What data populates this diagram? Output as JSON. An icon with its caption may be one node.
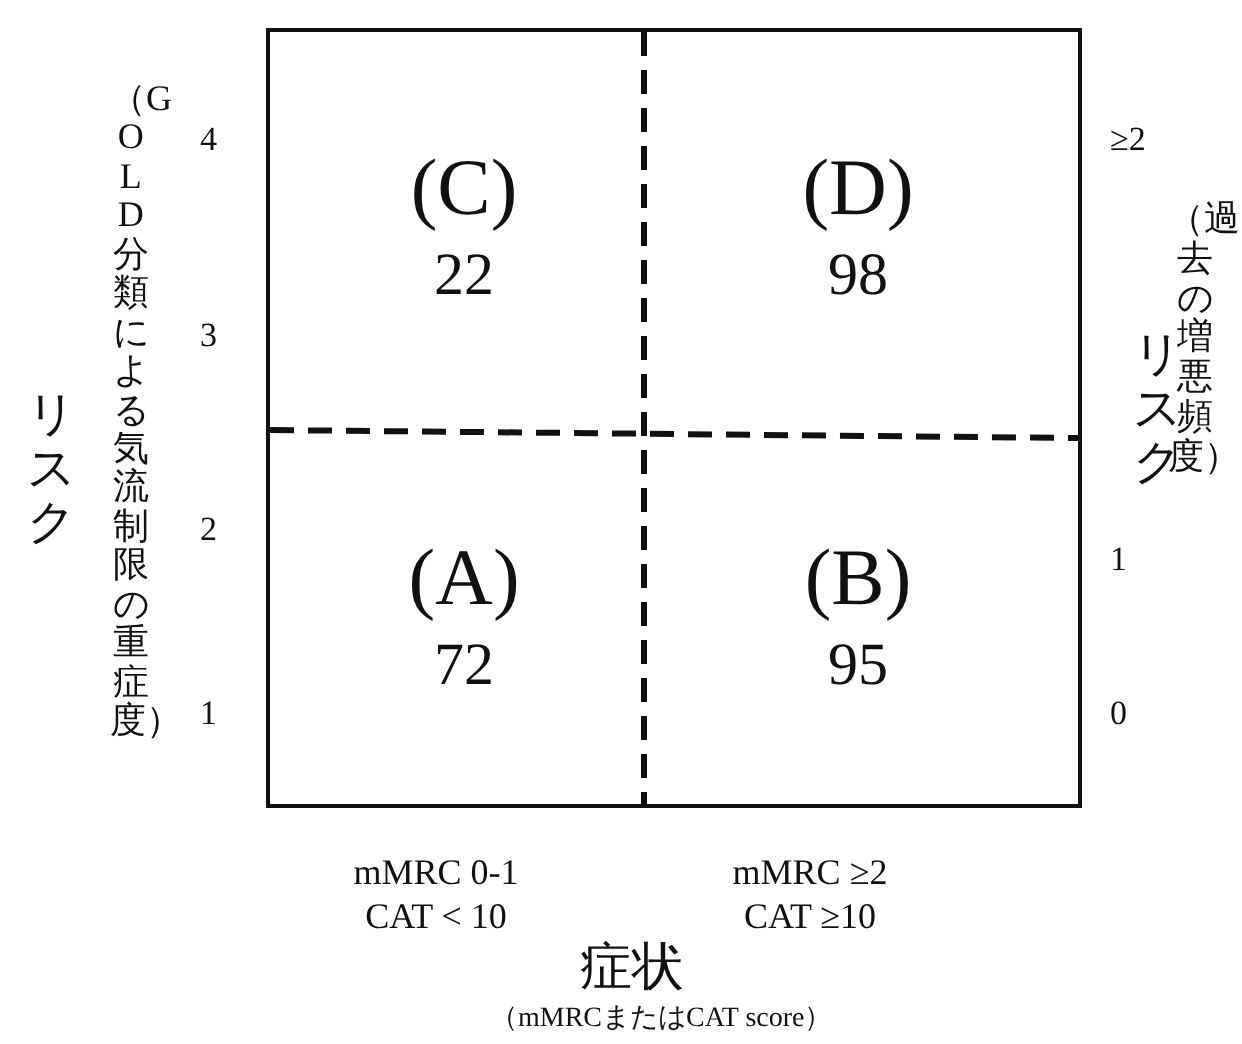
{
  "diagram": {
    "nodes": [
      {
        "text": [
          "(C)",
          "22"
        ]
      },
      {
        "text": [
          "(D)",
          "98"
        ]
      },
      {
        "text": [
          "(A)",
          "72"
        ]
      },
      {
        "text": [
          "(B)",
          "95"
        ]
      }
    ],
    "labels": [
      "リスク",
      "（GOLD分類による気流制限の重症度）",
      "4",
      "3",
      "2",
      "1",
      "≥2",
      "1",
      "0",
      "リスク",
      "（過去の増悪頻度）",
      "mMRC 0-1 CAT < 10",
      "mMRC ≥2 CAT ≥10",
      "症状",
      "（mMRCまたはCAT score）"
    ]
  }
}
